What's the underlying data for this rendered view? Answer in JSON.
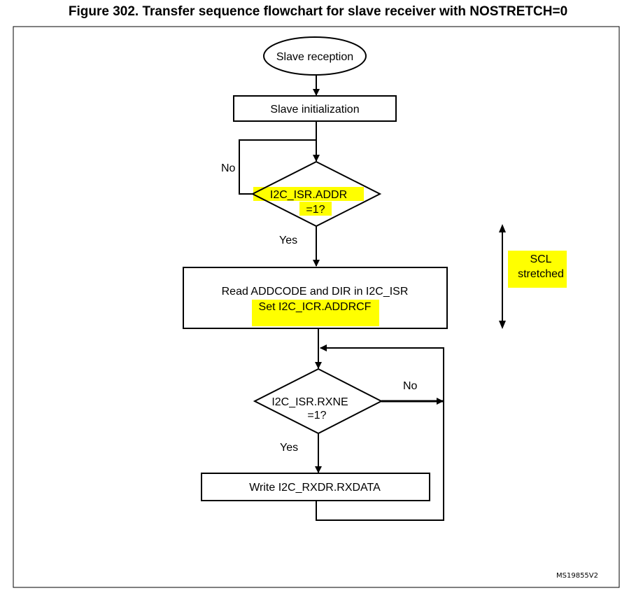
{
  "figure": {
    "title": "Figure 302. Transfer sequence flowchart for slave receiver with NOSTRETCH=0",
    "code": "MS19855V2"
  },
  "colors": {
    "highlight": "#ffff00",
    "stroke": "#000000"
  },
  "nodes": {
    "start": "Slave reception",
    "init": "Slave initialization",
    "addr_check_line1": "I2C_ISR.ADDR",
    "addr_check_line2": "=1?",
    "read_line1": "Read ADDCODE and DIR in I2C_ISR",
    "read_line2": "Set I2C_ICR.ADDRCF",
    "rxne_check_line1": "I2C_ISR.RXNE",
    "rxne_check_line2": "=1?",
    "write": "Write I2C_RXDR.RXDATA"
  },
  "labels": {
    "no_addr": "No",
    "yes_addr": "Yes",
    "no_rxne": "No",
    "yes_rxne": "Yes",
    "scl_line1": "SCL",
    "scl_line2": "stretched"
  }
}
